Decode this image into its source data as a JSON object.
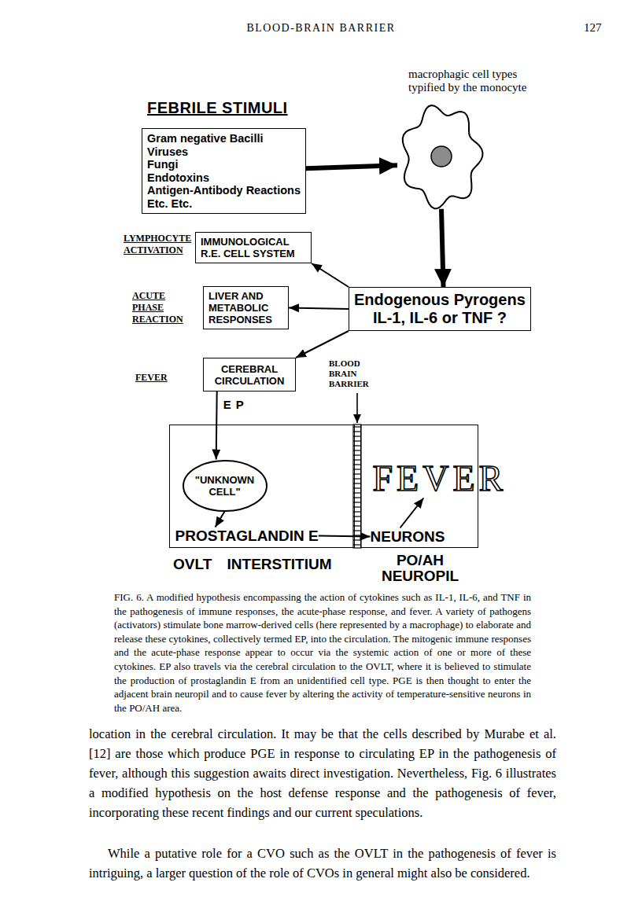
{
  "diagram": {
    "title": "BLOOD-BRAIN BARRIER",
    "caption": "FIG. 6. A modified hypothesis encompassing the action of cytokines such as IL-1, IL-6, and TNF in the pathogenesis of immune responses, the acute-phase response, and fever. A variety of pathogens (activators) stimulate bone marrow-derived cells (here represented by a macrophage) to elaborate and release these cytokines, collectively termed EP, into the circulation. The mitogenic immune responses and the acute-phase response appear to occur via the systemic action of one or more of these cytokines. EP also travels via the cerebral circulation to the OVLT, where it is believed to stimulate the production of prostaglandin E from an unidentified cell type. PGE is then thought to enter the adjacent brain neuropil and to cause fever by altering the activity of temperature-sensitive neurons in the PO/AH area.",
    "nodes": [
      {
        "text": [
          "FEBRILE STIMULI",
          "Gram negative Bacilli",
          "Viruses",
          "Fungi",
          "Endotoxins",
          "Antigen-Antibody Reactions",
          "Etc. Etc."
        ]
      },
      {
        "text": [
          "macrophagic cell types typified by the monocyte"
        ]
      },
      {
        "text": [
          "IMMUNOLOGICAL R.E. CELL SYSTEM"
        ]
      },
      {
        "text": [
          "LIVER AND METABOLIC RESPONSES"
        ]
      },
      {
        "text": [
          "Endogenous Pyrogens",
          "IL-1, IL-6 or TNF ?"
        ]
      },
      {
        "text": [
          "CEREBRAL CIRCULATION"
        ]
      },
      {
        "text": [
          "OVLT INTERSTITIUM"
        ]
      },
      {
        "text": [
          "\"UNKNOWN CELL\""
        ],
        "in": 6
      },
      {
        "text": [
          "PROSTAGLANDIN E"
        ],
        "in": 6
      },
      {
        "text": [
          "PO/AH NEUROPIL"
        ]
      },
      {
        "text": [
          "FEVER"
        ],
        "in": 9
      },
      {
        "text": [
          "NEURONS"
        ],
        "in": 9
      }
    ],
    "edges": [
      {
        "from": 0,
        "to": 1,
        "arrow": "to"
      },
      {
        "from": 1,
        "to": 4,
        "arrow": "to"
      },
      {
        "from": 4,
        "to": 2,
        "arrow": "to"
      },
      {
        "from": 4,
        "to": 3,
        "arrow": "to"
      },
      {
        "from": 4,
        "to": 5,
        "arrow": "to"
      },
      {
        "from": 5,
        "to": 7,
        "label": "E P",
        "arrow": "to"
      },
      {
        "from": 7,
        "to": 8,
        "arrow": "to"
      },
      {
        "from": 8,
        "to": 11,
        "arrow": "to"
      },
      {
        "from": 11,
        "to": 10,
        "arrow": "to"
      }
    ],
    "labels": [
      "127",
      "LYMPHOCYTE ACTIVATION",
      "ACUTE PHASE REACTION",
      "FEVER",
      "BLOOD BRAIN BARRIER",
      "location in the cerebral circulation. It may be that the cells described by Murabe et al. [12] are those which produce PGE in response to circulating EP in the pathogenesis of fever, although this suggestion awaits direct investigation. Nevertheless, Fig. 6 illustrates a modified hypothesis on the host defense response and the pathogenesis of fever, incorporating these recent findings and our current speculations.",
      "While a putative role for a CVO such as the OVLT in the pathogenesis of fever is intriguing, a larger question of the role of CVOs in general might also be considered."
    ]
  }
}
